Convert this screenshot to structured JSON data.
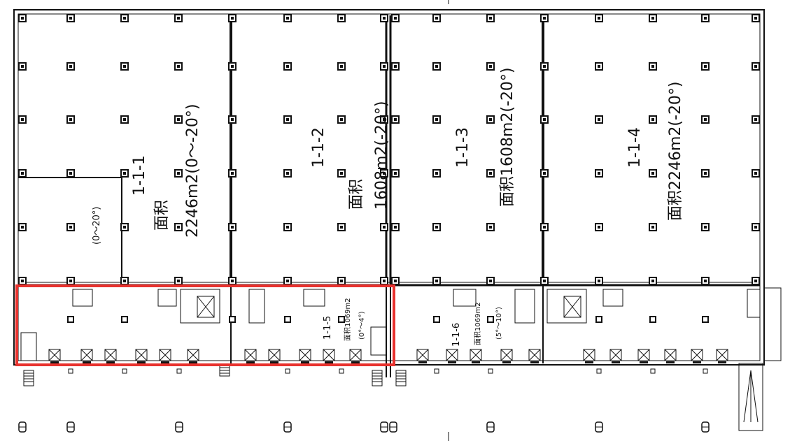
{
  "plan": {
    "rooms": [
      {
        "id": "1-1-1",
        "code": "1-1-1",
        "area_label": "面积",
        "area": "2246m2(0～-20°)"
      },
      {
        "id": "1-1-2",
        "code": "1-1-2",
        "area_label": "面积",
        "area": "1608m2(-20°)"
      },
      {
        "id": "1-1-3",
        "code": "1-1-3",
        "area": "面积1608m2(-20°)"
      },
      {
        "id": "1-1-4",
        "code": "1-1-4",
        "area": "面积2246m2(-20°)"
      },
      {
        "id": "1-1-5",
        "code": "1-1-5",
        "area": "面积1069m2",
        "temp": "(0°～4°)"
      },
      {
        "id": "1-1-6",
        "code": "1-1-6",
        "area": "面积1069m2",
        "temp": "(5°～10°)"
      }
    ],
    "sub_room_temp": "(0～20°)",
    "highlight_color": "#e8322e",
    "line_color": "#111111"
  }
}
